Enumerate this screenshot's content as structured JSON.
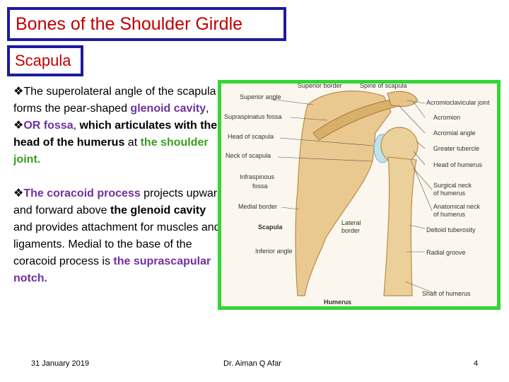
{
  "slide": {
    "title": "Bones of the Shoulder Girdle",
    "subtitle": "Scapula",
    "colors": {
      "title_red": "#c00000",
      "border_blue": "#1c1c9c",
      "purple": "#7030a0",
      "green": "#37a11b",
      "frame_green": "#33d633"
    }
  },
  "bullet1": {
    "icon": "diamond-bullet-icon",
    "text_a": "The superolateral angle of the scapula forms the pear-shaped ",
    "glenoid": "glenoid cavity",
    "comma": ",",
    "bullet_b": "OR fossa",
    "comma2": ", ",
    "articulates": "which articulates with the head of the humerus",
    "at": " at ",
    "joint": "the shoulder joint."
  },
  "bullet2": {
    "coracoid": "The coracoid process",
    "text_a": " projects upward and forward above ",
    "glenoid": "the glenoid cavity",
    "text_b": " and provides attachment for muscles and ligaments.  Medial to the base of the coracoid process is ",
    "notch": "the suprascapular notch."
  },
  "figure": {
    "labels_left": [
      "Superior angle",
      "Supraspinatus fossa",
      "Head of scapula",
      "Neck of scapula",
      "Infraspinous",
      "fossa",
      "Medial border",
      "Scapula",
      "Inferior angle"
    ],
    "labels_top": [
      "Superior border",
      "Spine of scapula"
    ],
    "labels_right": [
      "Acromioclavicular joint",
      "Acromion",
      "Acromial angle",
      "Greater tubercle",
      "Head of humerus",
      "Surgical neck",
      "of humerus",
      "Anatomical neck",
      "of humerus",
      "Deltoid tuberosity",
      "Radial groove",
      "Shaft of humerus"
    ],
    "label_lateral": [
      "Lateral",
      "border"
    ],
    "label_humerus": "Humerus"
  },
  "footer": {
    "date": "31  January  2019",
    "author": "Dr. Aiman Q Afar",
    "page": "4"
  }
}
